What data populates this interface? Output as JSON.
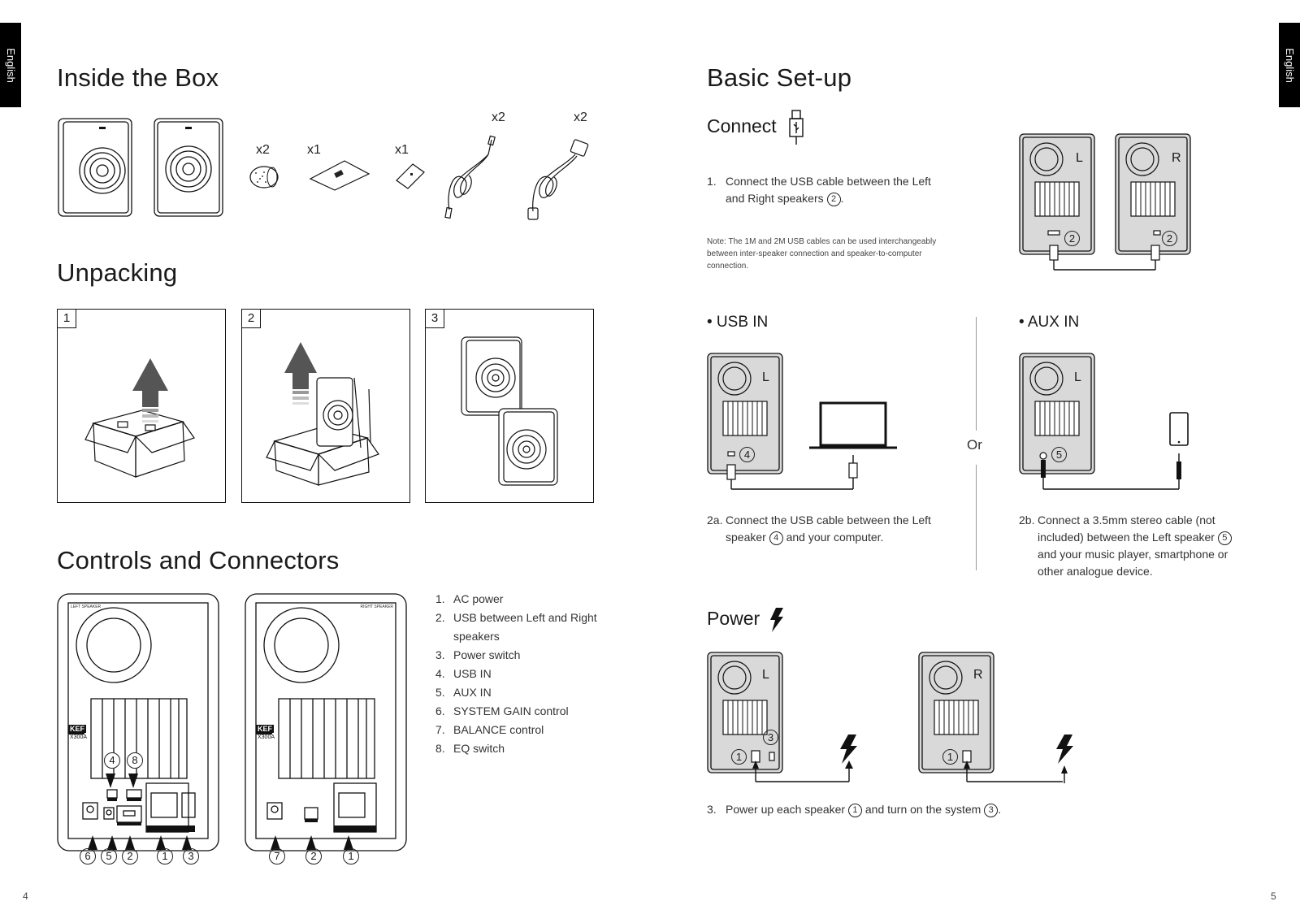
{
  "language_tab": "English",
  "left_page": {
    "inside_box": {
      "title": "Inside the Box",
      "qty_foam": "x2",
      "qty_manual": "x1",
      "qty_card": "x1",
      "qty_usb_cable": "x2",
      "qty_power_cable": "x2"
    },
    "unpacking": {
      "title": "Unpacking",
      "steps": [
        "1",
        "2",
        "3"
      ]
    },
    "controls": {
      "title": "Controls and Connectors",
      "left_speaker_label": "LEFT SPEAKER",
      "right_speaker_label": "RIGHT SPEAKER",
      "brand": "KEF",
      "model": "X300A",
      "left_callouts_top": [
        "4",
        "8"
      ],
      "left_callouts_bottom": [
        "6",
        "5",
        "2",
        "1",
        "3"
      ],
      "right_callouts_bottom": [
        "7",
        "2",
        "1"
      ],
      "items": [
        {
          "n": "1.",
          "label": "AC power"
        },
        {
          "n": "2.",
          "label": "USB between Left and Right speakers"
        },
        {
          "n": "3.",
          "label": "Power switch"
        },
        {
          "n": "4.",
          "label": "USB IN"
        },
        {
          "n": "5.",
          "label": "AUX IN"
        },
        {
          "n": "6.",
          "label": "SYSTEM GAIN control"
        },
        {
          "n": "7.",
          "label": "BALANCE control"
        },
        {
          "n": "8.",
          "label": "EQ switch"
        }
      ]
    },
    "page_number": "4"
  },
  "right_page": {
    "title": "Basic Set-up",
    "connect": {
      "title": "Connect",
      "step1_num": "1.",
      "step1_text": "Connect the USB cable between the Left and Right speakers",
      "step1_ref": "2",
      "note": "Note: The 1M and 2M USB cables can be used interchangeably between inter-speaker connection and speaker-to-computer connection.",
      "speaker_L": "L",
      "speaker_R": "R",
      "callout": "2"
    },
    "usb_in": {
      "title": "• USB IN",
      "speaker": "L",
      "callout": "4",
      "step_num": "2a.",
      "step_text_1": "Connect the USB cable between the Left speaker",
      "step_ref": "4",
      "step_text_2": "and your computer."
    },
    "or_label": "Or",
    "aux_in": {
      "title": "• AUX IN",
      "speaker": "L",
      "callout": "5",
      "step_num": "2b.",
      "step_text_1": "Connect a 3.5mm stereo cable (not included) between the Left speaker",
      "step_ref": "5",
      "step_text_2": "and your music player, smartphone or other analogue device."
    },
    "power": {
      "title": "Power",
      "speaker_L": "L",
      "speaker_R": "R",
      "callout_switch": "3",
      "callout_ac": "1",
      "step_num": "3.",
      "step_text_1": "Power up each speaker",
      "step_ref_1": "1",
      "step_text_2": "and turn on the system",
      "step_ref_2": "3",
      "step_text_3": "."
    },
    "page_number": "5"
  },
  "colors": {
    "speaker_fill": "#d9d9d9",
    "line": "#111111",
    "tab_bg": "#000000"
  }
}
